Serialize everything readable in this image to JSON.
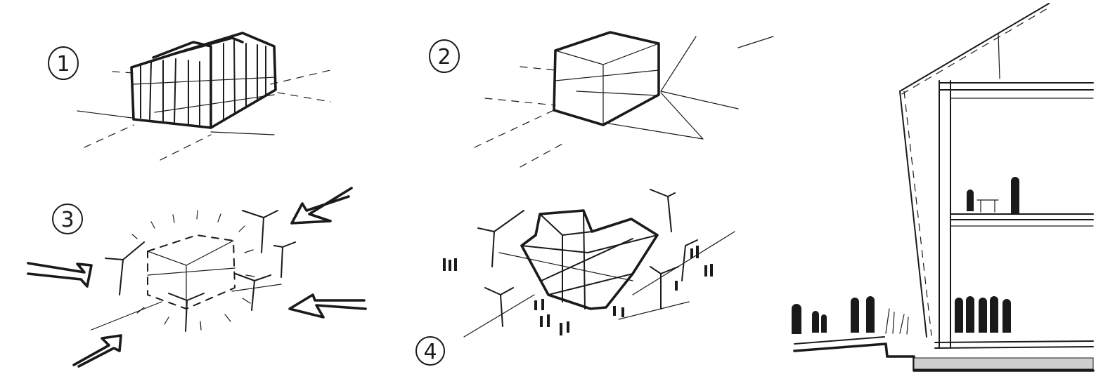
{
  "step_labels": {
    "s1": "1",
    "s2": "2",
    "s3": "3",
    "s4": "4"
  }
}
